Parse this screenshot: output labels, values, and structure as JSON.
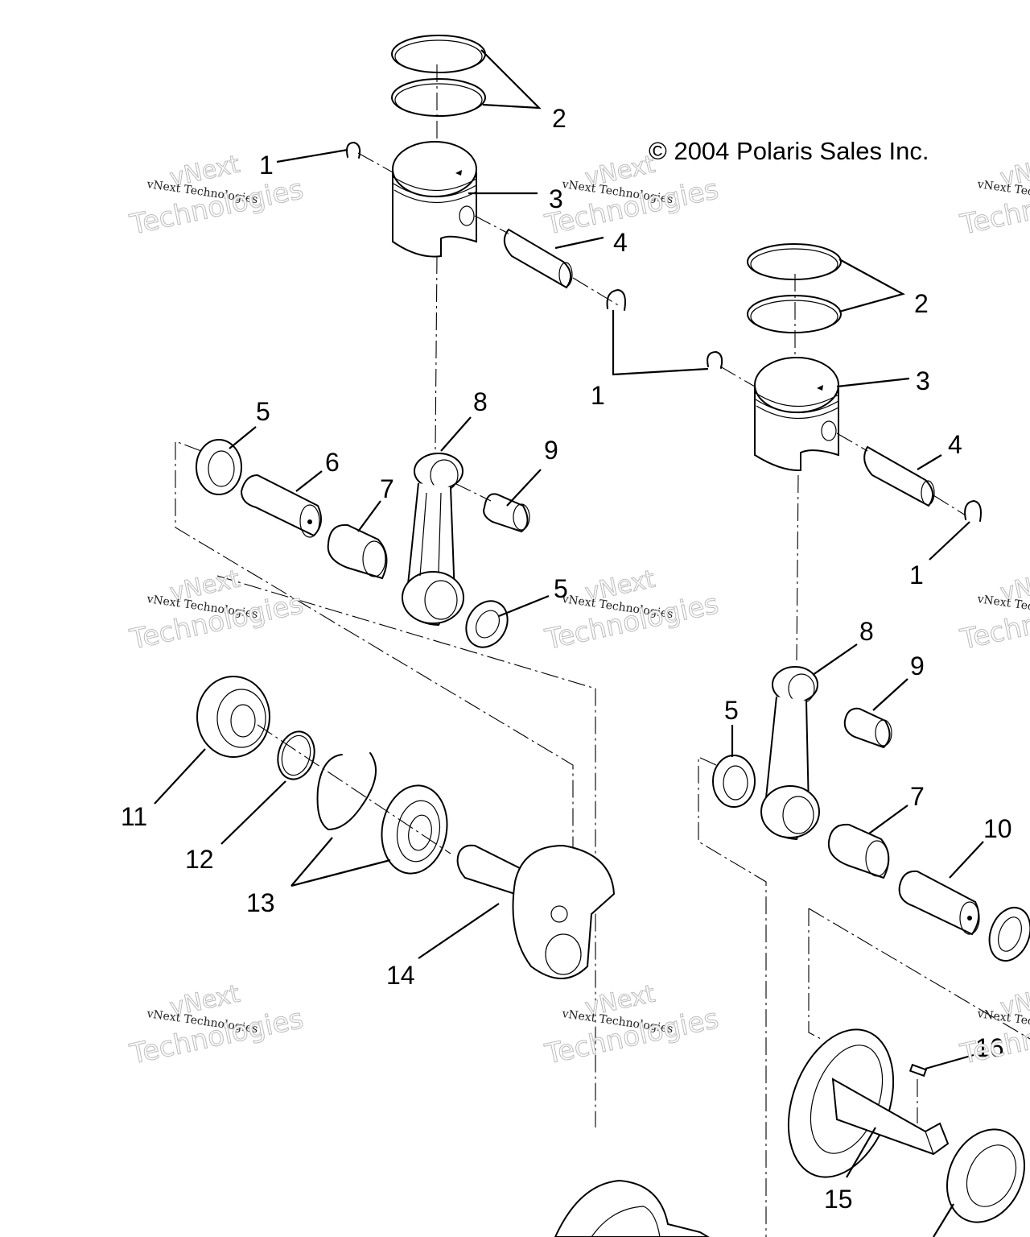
{
  "diagram": {
    "title": "Piston and Crankshaft Assembly",
    "copyright": "© 2004 Polaris Sales Inc.",
    "callouts": [
      {
        "id": "c1a",
        "label": "1",
        "part": "piston-pin-circlip"
      },
      {
        "id": "c2a",
        "label": "2",
        "part": "piston-rings"
      },
      {
        "id": "c3a",
        "label": "3",
        "part": "piston"
      },
      {
        "id": "c4a",
        "label": "4",
        "part": "piston-pin"
      },
      {
        "id": "c1b",
        "label": "1",
        "part": "piston-pin-circlip"
      },
      {
        "id": "c2b",
        "label": "2",
        "part": "piston-rings"
      },
      {
        "id": "c3b",
        "label": "3",
        "part": "piston"
      },
      {
        "id": "c4b",
        "label": "4",
        "part": "piston-pin"
      },
      {
        "id": "c1c",
        "label": "1",
        "part": "piston-pin-circlip"
      },
      {
        "id": "c5a",
        "label": "5",
        "part": "thrust-washer"
      },
      {
        "id": "c6a",
        "label": "6",
        "part": "crank-pin"
      },
      {
        "id": "c7a",
        "label": "7",
        "part": "big-end-needle-bearing"
      },
      {
        "id": "c8a",
        "label": "8",
        "part": "connecting-rod"
      },
      {
        "id": "c9a",
        "label": "9",
        "part": "small-end-needle-bearing"
      },
      {
        "id": "c5b",
        "label": "5",
        "part": "thrust-washer"
      },
      {
        "id": "c8b",
        "label": "8",
        "part": "connecting-rod"
      },
      {
        "id": "c9b",
        "label": "9",
        "part": "small-end-needle-bearing"
      },
      {
        "id": "c5c",
        "label": "5",
        "part": "thrust-washer"
      },
      {
        "id": "c7b",
        "label": "7",
        "part": "big-end-needle-bearing"
      },
      {
        "id": "c10",
        "label": "10",
        "part": "crank-pin"
      },
      {
        "id": "c11",
        "label": "11",
        "part": "ball-bearing"
      },
      {
        "id": "c12",
        "label": "12",
        "part": "shim-ring"
      },
      {
        "id": "c13",
        "label": "13",
        "part": "bearing-and-retaining-ring"
      },
      {
        "id": "c14",
        "label": "14",
        "part": "crankshaft-half-pto"
      },
      {
        "id": "c15",
        "label": "15",
        "part": "crankshaft-half-mag"
      },
      {
        "id": "c16",
        "label": "16",
        "part": "woodruff-key"
      }
    ]
  },
  "watermark": {
    "line1": "vNext",
    "line2": "vNext Technologies",
    "line3": "Technologies"
  }
}
